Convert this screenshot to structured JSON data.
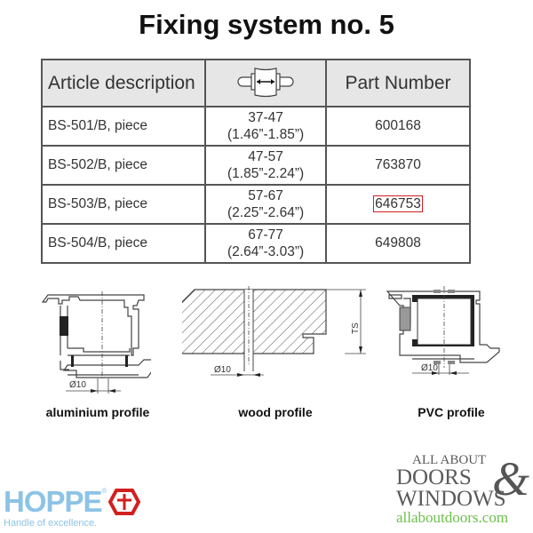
{
  "title": "Fixing system no. 5",
  "table": {
    "headers": [
      "Article description",
      "door-thickness-icon",
      "Part Number"
    ],
    "rows": [
      {
        "description": "BS-501/B, piece",
        "range_mm": "37-47",
        "range_in": "(1.46”-1.85”)",
        "part_number": "600168",
        "highlighted": false
      },
      {
        "description": "BS-502/B, piece",
        "range_mm": "47-57",
        "range_in": "(1.85”-2.24”)",
        "part_number": "763870",
        "highlighted": false
      },
      {
        "description": "BS-503/B, piece",
        "range_mm": "57-67",
        "range_in": "(2.25”-2.64”)",
        "part_number": "646753",
        "highlighted": true
      },
      {
        "description": "BS-504/B, piece",
        "range_mm": "67-77",
        "range_in": "(2.64”-3.03”)",
        "part_number": "649808",
        "highlighted": false
      }
    ]
  },
  "drawings": [
    {
      "caption": "aluminium profile",
      "dimension": "Ø10"
    },
    {
      "caption": "wood profile",
      "dimension": "Ø10",
      "thickness_label": "TS"
    },
    {
      "caption": "PVC profile",
      "dimension": "Ø10"
    }
  ],
  "brand": {
    "name": "HOPPE",
    "registered": "®",
    "tagline": "Handle of excellence.",
    "color": "#8cc3e6",
    "logo_color": "#d21f1f"
  },
  "retailer": {
    "line1": "ALL ABOUT",
    "line2": "DOORS",
    "ampersand": "&",
    "line3": "WINDOWS",
    "url": "allaboutdoors.com",
    "url_color": "#6cc04a"
  }
}
